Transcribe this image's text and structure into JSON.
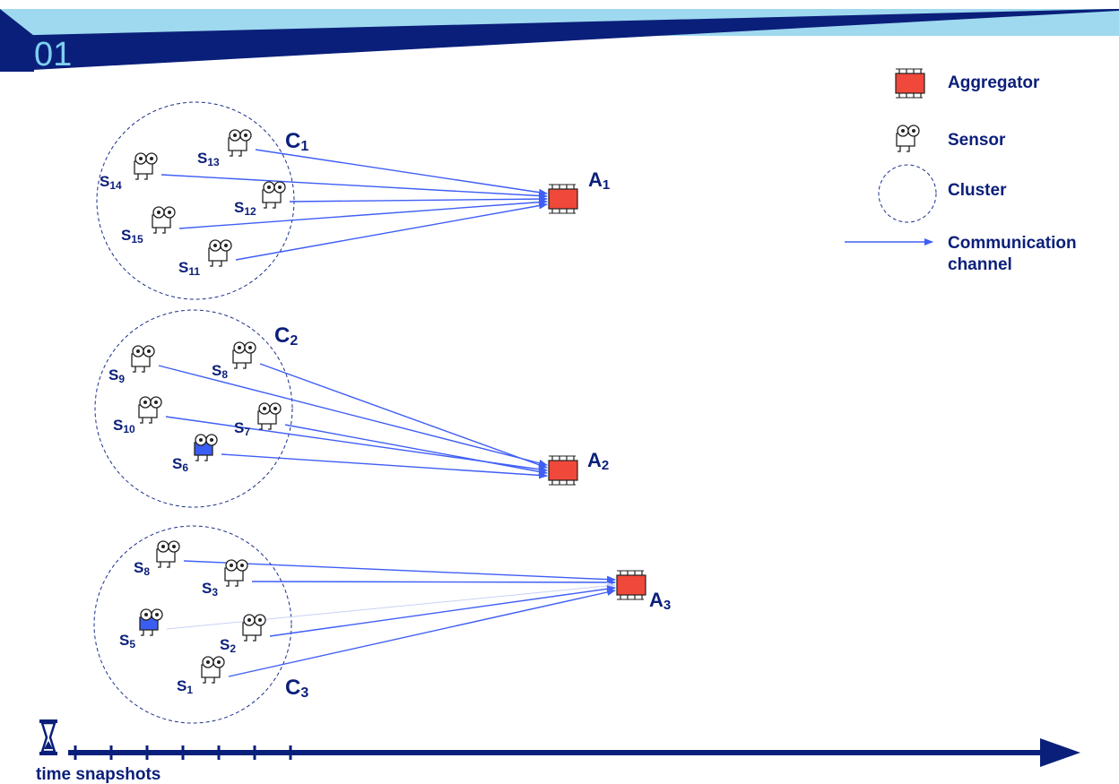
{
  "header": {
    "number": "01"
  },
  "legend": {
    "aggregator": "Aggregator",
    "sensor": "Sensor",
    "cluster": "Cluster",
    "channel_line1": "Communication",
    "channel_line2": "channel"
  },
  "timeline": {
    "label": "time snapshots",
    "ticks": 7
  },
  "colors": {
    "header_light": "#9fd9ef",
    "header_dark": "#0a1f7a",
    "aggregator": "#f0483a",
    "sensor_active": "#3b5ef2",
    "channel": "#3f5ef5",
    "label": "#0b1f7a"
  },
  "clusters": [
    {
      "name": "C",
      "index": "1",
      "aggregator": {
        "name": "A",
        "index": "1"
      },
      "sensors": [
        {
          "name": "S",
          "index": "13",
          "active": false,
          "link": "strong"
        },
        {
          "name": "S",
          "index": "14",
          "active": false,
          "link": "strong"
        },
        {
          "name": "S",
          "index": "12",
          "active": false,
          "link": "strong"
        },
        {
          "name": "S",
          "index": "15",
          "active": false,
          "link": "strong"
        },
        {
          "name": "S",
          "index": "11",
          "active": false,
          "link": "strong"
        }
      ]
    },
    {
      "name": "C",
      "index": "2",
      "aggregator": {
        "name": "A",
        "index": "2"
      },
      "sensors": [
        {
          "name": "S",
          "index": "9",
          "active": false,
          "link": "strong"
        },
        {
          "name": "S",
          "index": "8",
          "active": false,
          "link": "strong"
        },
        {
          "name": "S",
          "index": "10",
          "active": false,
          "link": "strong"
        },
        {
          "name": "S",
          "index": "7",
          "active": false,
          "link": "strong"
        },
        {
          "name": "S",
          "index": "6",
          "active": true,
          "link": "strong"
        }
      ]
    },
    {
      "name": "C",
      "index": "3",
      "aggregator": {
        "name": "A",
        "index": "3"
      },
      "sensors": [
        {
          "name": "S",
          "index": "8",
          "active": false,
          "link": "strong"
        },
        {
          "name": "S",
          "index": "3",
          "active": false,
          "link": "strong"
        },
        {
          "name": "S",
          "index": "5",
          "active": true,
          "link": "faint"
        },
        {
          "name": "S",
          "index": "2",
          "active": false,
          "link": "strong"
        },
        {
          "name": "S",
          "index": "1",
          "active": false,
          "link": "strong"
        }
      ]
    }
  ]
}
